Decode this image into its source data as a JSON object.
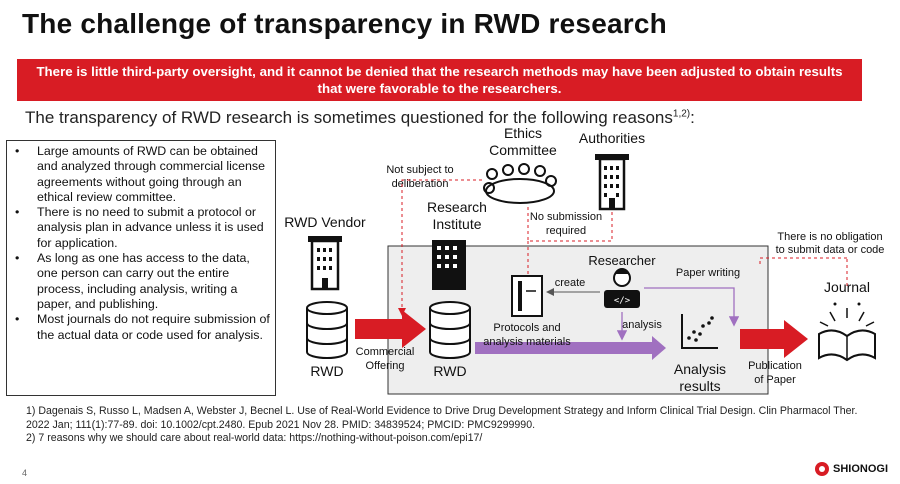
{
  "title": "The challenge of transparency in RWD research",
  "banner": "There is little third-party oversight, and it cannot be denied that the research methods may have been adjusted to obtain results that were favorable to the researchers.",
  "subtitle": {
    "text": "The transparency of RWD research is sometimes questioned for the following reasons",
    "sup": "1,2)",
    "end": ":"
  },
  "bullets": [
    "Large amounts of RWD can be obtained and analyzed through commercial license agreements without going through an ethical review committee.",
    "There is no need to submit a protocol or analysis plan in advance unless it is used for application.",
    "As long as one has access to the data, one person can carry out the entire process, including analysis, writing a paper, and publishing.",
    "Most journals do not require submission of the actual data or code used for analysis."
  ],
  "diagram": {
    "ethics_committee": [
      "Ethics",
      "Committee"
    ],
    "authorities": "Authorities",
    "not_subject": [
      "Not subject to",
      "deliberation"
    ],
    "no_submission": [
      "No submission",
      "required"
    ],
    "no_obligation": [
      "There is no obligation",
      "to submit data or code"
    ],
    "rwd_vendor": "RWD Vendor",
    "research_institute": [
      "Research",
      "Institute"
    ],
    "researcher": "Researcher",
    "create": "create",
    "paper_writing": "Paper writing",
    "protocols": [
      "Protocols and",
      "analysis materials"
    ],
    "analysis": "analysis",
    "commercial_offering": [
      "Commercial",
      "Offering"
    ],
    "rwd_left": "RWD",
    "rwd_right": "RWD",
    "analysis_results": [
      "Analysis",
      "results"
    ],
    "publication": [
      "Publication",
      "of Paper"
    ],
    "journal": "Journal",
    "colors": {
      "red": "#d81c24",
      "purple": "#a070c0",
      "dashed_red": "#d81c24",
      "box_fill": "#eeeeee"
    }
  },
  "references": [
    "1) Dagenais S, Russo L, Madsen A, Webster J, Becnel L. Use of Real-World Evidence to Drive Drug Development Strategy and Inform Clinical Trial Design. Clin Pharmacol Ther. 2022 Jan; 111(1):77-89. doi: 10.1002/cpt.2480. Epub 2021 Nov 28. PMID: 34839524; PMCID: PMC9299990.",
    "2) 7 reasons why we should care about real-world data: https://nothing-without-poison.com/epi17/"
  ],
  "page_number": "4",
  "logo": "SHIONOGI"
}
